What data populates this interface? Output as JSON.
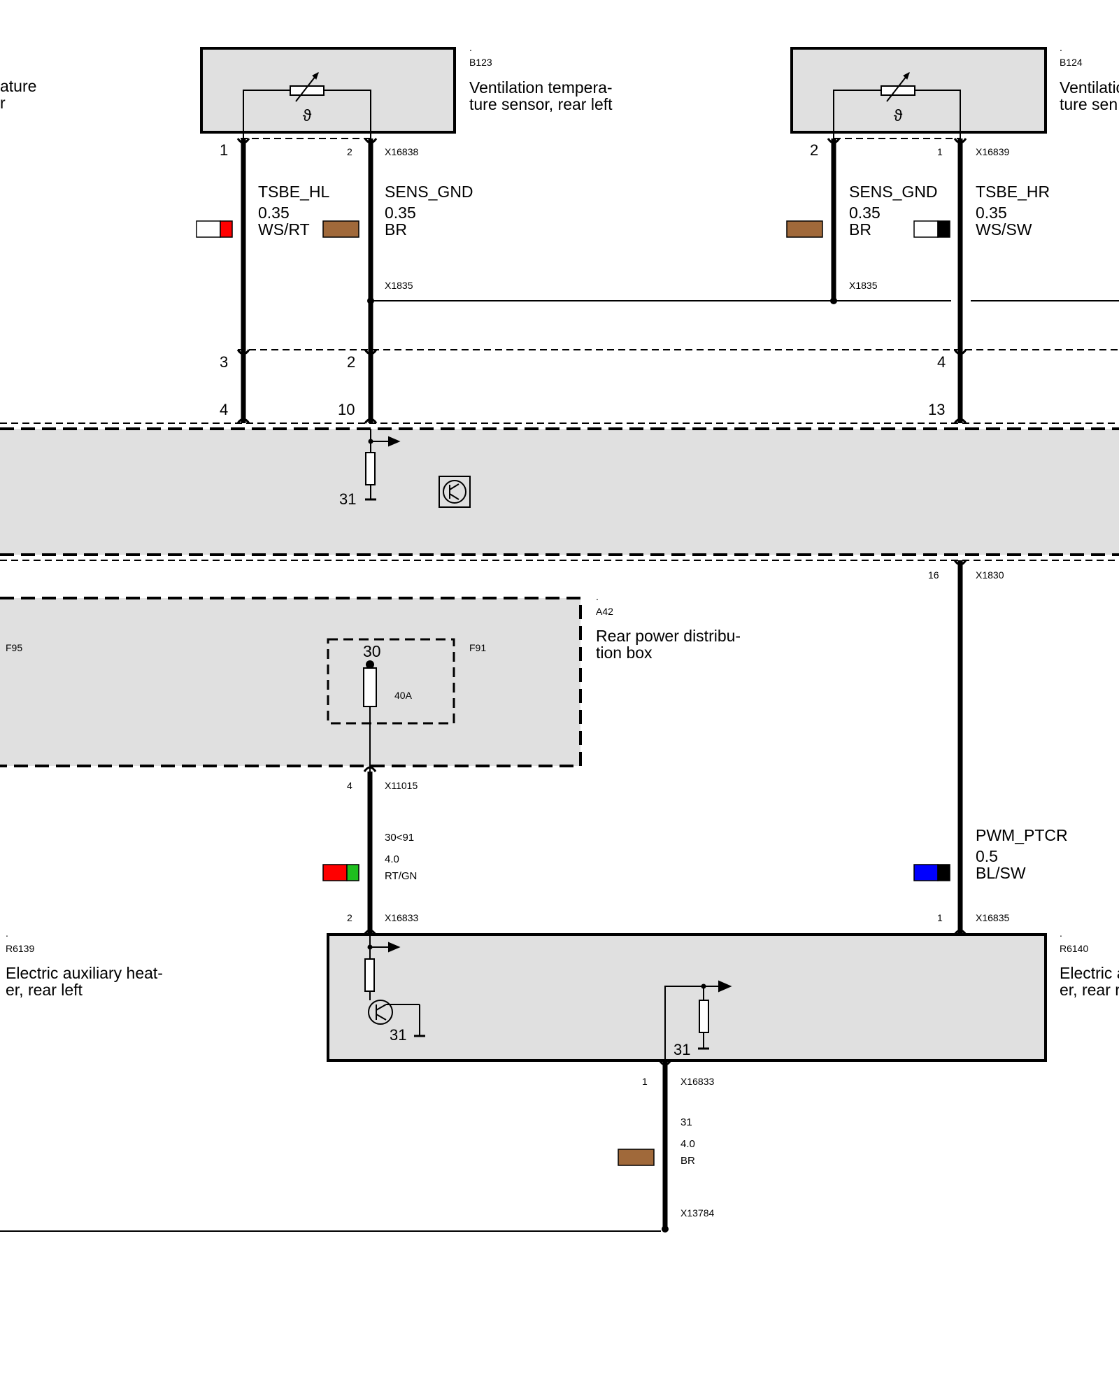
{
  "components": {
    "left_sensor_partial": {
      "line1": "ature",
      "line2": "r"
    },
    "b123": {
      "dot": ".",
      "ref": "B123",
      "line1": "Ventilation tempera-",
      "line2": "ture sensor, rear left"
    },
    "b124": {
      "dot": ".",
      "ref": "B124",
      "line1": "Ventilatio",
      "line2": "ture sen"
    },
    "a42": {
      "dot": ".",
      "ref": "A42",
      "line1": "Rear power distribu-",
      "line2": "tion box"
    },
    "r6139": {
      "dot": ".",
      "ref": "R6139",
      "line1": "Electric auxiliary heat-",
      "line2": "er, rear left"
    },
    "r6140": {
      "dot": ".",
      "ref": "R6140",
      "line1": "Electric a",
      "line2": "er, rear r"
    }
  },
  "connectors": {
    "x16838": "X16838",
    "x16839": "X16839",
    "x1835_left": "X1835",
    "x1835_right": "X1835",
    "x1830": "X1830",
    "x11015": "X11015",
    "x16833_top": "X16833",
    "x16835": "X16835",
    "x16833_bottom": "X16833",
    "x13784": "X13784"
  },
  "fuses": {
    "f95": "F95",
    "f91": "F91",
    "terminal": "30",
    "rating": "40A"
  },
  "pins": {
    "b123_pin1": "1",
    "b123_pin2": "2",
    "b124_pin2": "2",
    "b124_pin1": "1",
    "x1835_pin3": "3",
    "x1835_pin2": "2",
    "x1835_pin4": "4",
    "ecu_pin4": "4",
    "ecu_pin10": "10",
    "ecu_pin13": "13",
    "ecu_pin16": "16",
    "x11015_pin4": "4",
    "x16833_pin2": "2",
    "x16835_pin1": "1",
    "x16833_pin1": "1"
  },
  "grounds": {
    "ecu": "31",
    "r6139": "31",
    "r6140": "31"
  },
  "wires": {
    "tsbe_hl": {
      "name": "TSBE_HL",
      "size": "0.35",
      "color": "WS/RT",
      "c1": "#ffffff",
      "c2": "#ff0000"
    },
    "sens_gnd_l": {
      "name": "SENS_GND",
      "size": "0.35",
      "color": "BR",
      "c1": "#a0693a",
      "c2": "#a0693a"
    },
    "sens_gnd_r": {
      "name": "SENS_GND",
      "size": "0.35",
      "color": "BR",
      "c1": "#a0693a",
      "c2": "#a0693a"
    },
    "tsbe_hr": {
      "name": "TSBE_HR",
      "size": "0.35",
      "color": "WS/SW",
      "c1": "#ffffff",
      "c2": "#000000"
    },
    "feed": {
      "name": "30<91",
      "size": "4.0",
      "color": "RT/GN",
      "c1": "#ff0000",
      "c2": "#1fbf1f"
    },
    "pwm_ptcr": {
      "name": "PWM_PTCR",
      "size": "0.5",
      "color": "BL/SW",
      "c1": "#0000ff",
      "c2": "#000000"
    },
    "gnd": {
      "name": "31",
      "size": "4.0",
      "color": "BR",
      "c1": "#a0693a",
      "c2": "#a0693a"
    }
  },
  "colors": {
    "module_fill": "#e0e0e0",
    "line": "#000000"
  }
}
